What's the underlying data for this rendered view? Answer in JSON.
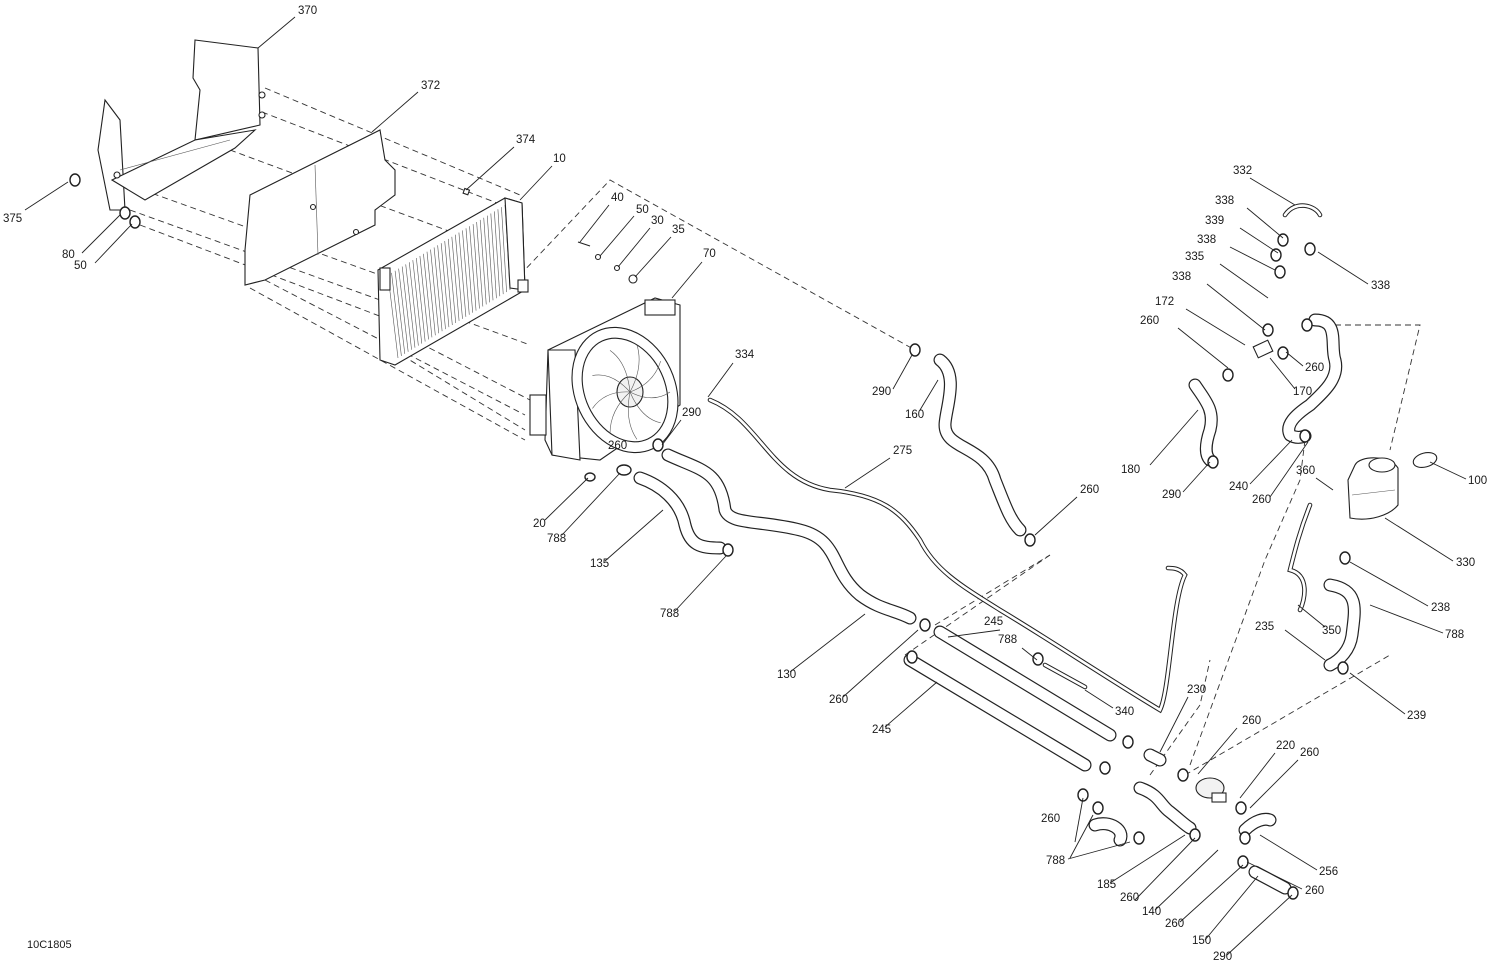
{
  "drawing_id": "10C1805",
  "callouts": {
    "c370": "370",
    "c372": "372",
    "c374": "374",
    "c10": "10",
    "c375": "375",
    "c80": "80",
    "c50a": "50",
    "c40": "40",
    "c50b": "50",
    "c30": "30",
    "c35": "35",
    "c70": "70",
    "c334": "334",
    "c290a": "290",
    "c290b": "290",
    "c160": "160",
    "c20": "20",
    "c788a": "788",
    "c135": "135",
    "c788b": "788",
    "c275": "275",
    "c260a": "260",
    "c130": "130",
    "c260b": "260",
    "c245a": "245",
    "c788c": "788",
    "c245b": "245",
    "c340": "340",
    "c230": "230",
    "c332": "332",
    "c338a": "338",
    "c339": "339",
    "c338b": "338",
    "c335": "335",
    "c338c": "338",
    "c338d": "338",
    "c172": "172",
    "c260c": "260",
    "c260d": "260",
    "c170": "170",
    "c180": "180",
    "c290c": "290",
    "c240": "240",
    "c260e": "260",
    "c360": "360",
    "c100": "100",
    "c330": "330",
    "c238": "238",
    "c350": "350",
    "c235": "235",
    "c788d": "788",
    "c239": "239",
    "c260f": "260",
    "c220": "220",
    "c260g": "260",
    "c260h": "260",
    "c788e": "788",
    "c185": "185",
    "c256": "256",
    "c260i": "260",
    "c140": "140",
    "c260j": "260",
    "c260k": "260",
    "c150": "150",
    "c290d": "290"
  }
}
